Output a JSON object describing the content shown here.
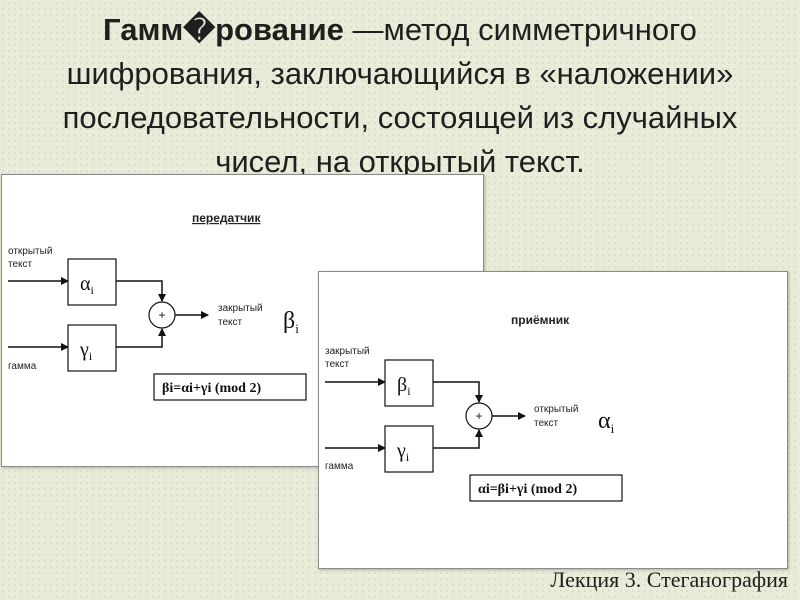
{
  "definition": {
    "term": "Гамм�рование",
    "text": " —метод симметричного шифрования, заключающийся в «наложении» последовательности, состоящей из случайных чисел, на открытый текст."
  },
  "transmitter": {
    "title": "передатчик",
    "input_line1": "открытый",
    "input_line2": "текст",
    "gamma_label": "гамма",
    "box_top_symbol": "α",
    "box_top_sub": "i",
    "box_bottom_symbol": "γ",
    "box_bottom_sub": "i",
    "adder": "+",
    "output_line1": "закрытый",
    "output_line2": "текст",
    "output_symbol": "β",
    "output_sub": "i",
    "formula": "βi=αi+γi (mod 2)"
  },
  "receiver": {
    "title": "приёмник",
    "input_line1": "закрытый",
    "input_line2": "текст",
    "gamma_label": "гамма",
    "box_top_symbol": "β",
    "box_top_sub": "i",
    "box_bottom_symbol": "γ",
    "box_bottom_sub": "i",
    "adder": "+",
    "output_line1": "открытый",
    "output_line2": "текст",
    "output_symbol": "α",
    "output_sub": "i",
    "formula": "αi=βi+γi (mod 2)"
  },
  "footer": "Лекция 3. Стеганография"
}
